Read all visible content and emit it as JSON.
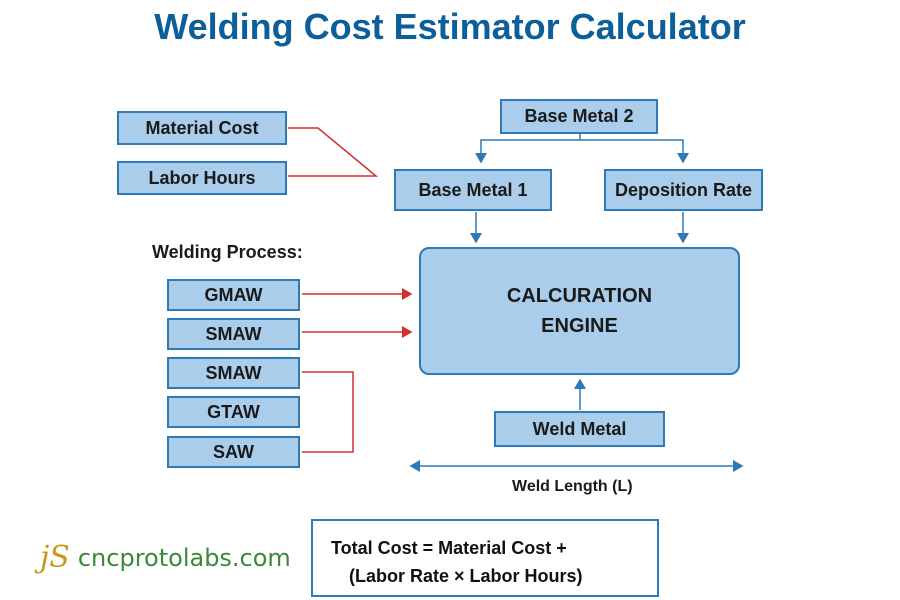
{
  "title": "Welding Cost Estimator Calculator",
  "inputs": {
    "material_cost": "Material Cost",
    "labor_hours": "Labor Hours",
    "base_metal_2": "Base Metal 2",
    "base_metal_1": "Base Metal 1",
    "deposition_rate": "Deposition Rate",
    "weld_metal": "Weld Metal"
  },
  "welding_process": {
    "heading": "Welding Process:",
    "items": [
      "GMAW",
      "SMAW",
      "SMAW",
      "GTAW",
      "SAW"
    ]
  },
  "engine": {
    "line1": "CALCURATION",
    "line2": "ENGINE"
  },
  "weld_length": "Weld Length (L)",
  "formula": {
    "line1": "Total Cost = Material Cost +",
    "line2": "(Labor Rate × Labor Hours)"
  },
  "logo": {
    "mark": "jS",
    "text": "cncprotolabs.com"
  },
  "colors": {
    "title": "#0d5f9a",
    "box_fill": "#a9cdea",
    "box_border": "#2f79b5",
    "red_connector": "#d32f2f",
    "blue_connector": "#2f79b5"
  }
}
